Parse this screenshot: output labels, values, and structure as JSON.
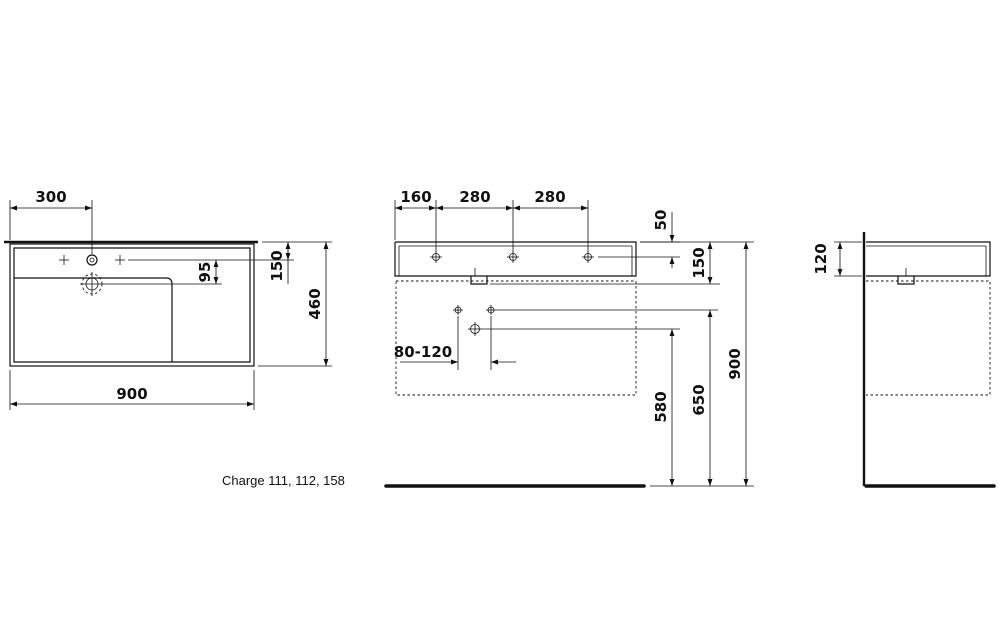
{
  "top_view": {
    "dim_tap_offset": "300",
    "dim_width": "900",
    "dim_depth": "460",
    "dim_back_to_tap": "150",
    "dim_drain_offset": "95"
  },
  "front_view": {
    "dim_left_hole": "160",
    "dim_hole_spacing_1": "280",
    "dim_hole_spacing_2": "280",
    "dim_rim_height": "50",
    "dim_basin_height": "150",
    "dim_trap_range": "80-120",
    "dim_height_580": "580",
    "dim_height_650": "650",
    "dim_height_900": "900"
  },
  "side_view": {
    "dim_side_height": "120"
  },
  "charge_note": "Charge 111, 112, 158"
}
